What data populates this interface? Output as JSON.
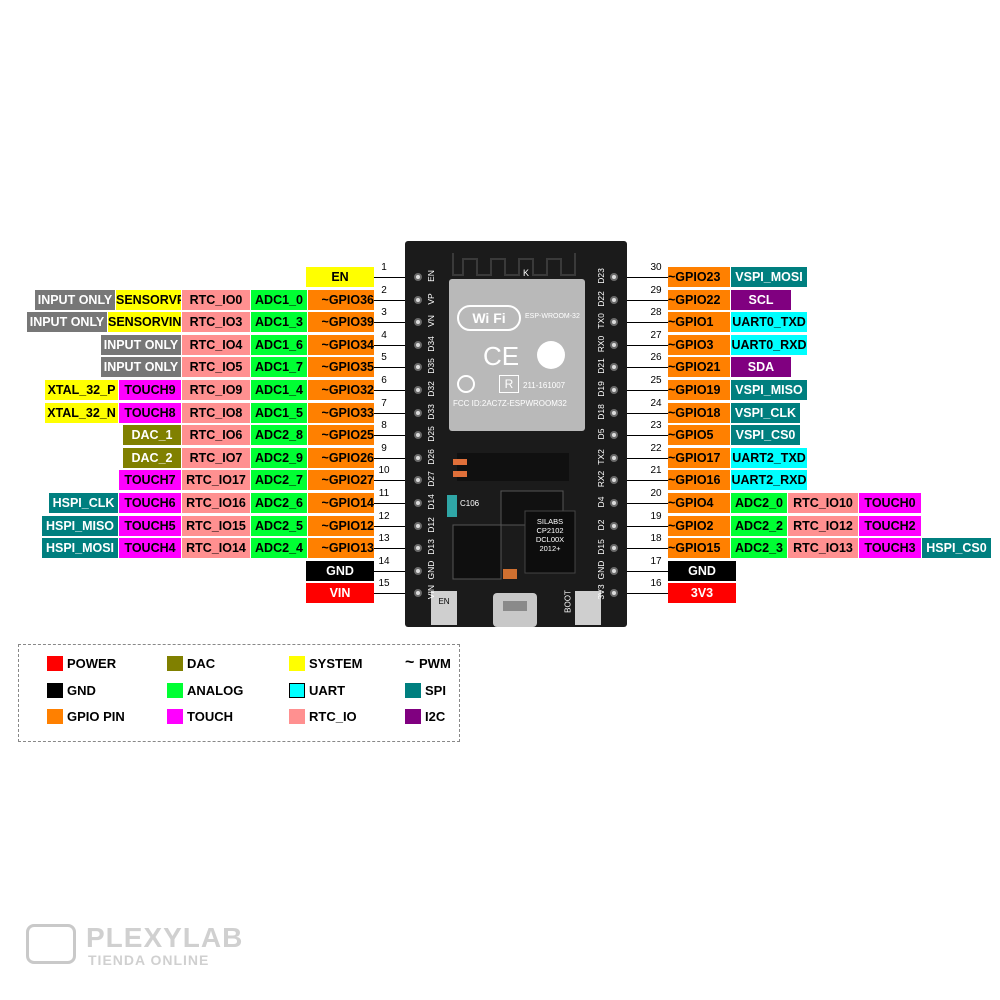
{
  "colors": {
    "power": "#ff0000",
    "gnd": "#000000",
    "gpio": "#ff8000",
    "dac": "#808000",
    "analog": "#00ff33",
    "touch": "#ff00ff",
    "system": "#ffff00",
    "uart": "#00ffff",
    "rtc": "#ff9090",
    "spi": "#007f7f",
    "i2c": "#800080",
    "input": "#777777"
  },
  "left_pins": [
    {
      "num": "1",
      "silk": "EN",
      "labels": [
        {
          "t": "EN",
          "c": "system"
        }
      ]
    },
    {
      "num": "2",
      "silk": "VP",
      "labels": [
        {
          "t": "~GPIO36",
          "c": "gpio"
        },
        {
          "t": "ADC1_0",
          "c": "analog"
        },
        {
          "t": "RTC_IO0",
          "c": "rtc"
        },
        {
          "t": "SENSORVP",
          "c": "system"
        },
        {
          "t": "INPUT ONLY",
          "c": "input"
        }
      ]
    },
    {
      "num": "3",
      "silk": "VN",
      "labels": [
        {
          "t": "~GPIO39",
          "c": "gpio"
        },
        {
          "t": "ADC1_3",
          "c": "analog"
        },
        {
          "t": "RTC_IO3",
          "c": "rtc"
        },
        {
          "t": "SENSORVIN",
          "c": "system"
        },
        {
          "t": "INPUT ONLY",
          "c": "input"
        }
      ]
    },
    {
      "num": "4",
      "silk": "D34",
      "labels": [
        {
          "t": "~GPIO34",
          "c": "gpio"
        },
        {
          "t": "ADC1_6",
          "c": "analog"
        },
        {
          "t": "RTC_IO4",
          "c": "rtc"
        },
        {
          "t": "INPUT ONLY",
          "c": "input"
        }
      ]
    },
    {
      "num": "5",
      "silk": "D35",
      "labels": [
        {
          "t": "~GPIO35",
          "c": "gpio"
        },
        {
          "t": "ADC1_7",
          "c": "analog"
        },
        {
          "t": "RTC_IO5",
          "c": "rtc"
        },
        {
          "t": "INPUT ONLY",
          "c": "input"
        }
      ]
    },
    {
      "num": "6",
      "silk": "D32",
      "labels": [
        {
          "t": "~GPIO32",
          "c": "gpio"
        },
        {
          "t": "ADC1_4",
          "c": "analog"
        },
        {
          "t": "RTC_IO9",
          "c": "rtc"
        },
        {
          "t": "TOUCH9",
          "c": "touch"
        },
        {
          "t": "XTAL_32_P",
          "c": "system"
        }
      ]
    },
    {
      "num": "7",
      "silk": "D33",
      "labels": [
        {
          "t": "~GPIO33",
          "c": "gpio"
        },
        {
          "t": "ADC1_5",
          "c": "analog"
        },
        {
          "t": "RTC_IO8",
          "c": "rtc"
        },
        {
          "t": "TOUCH8",
          "c": "touch"
        },
        {
          "t": "XTAL_32_N",
          "c": "system"
        }
      ]
    },
    {
      "num": "8",
      "silk": "D25",
      "labels": [
        {
          "t": "~GPIO25",
          "c": "gpio"
        },
        {
          "t": "ADC2_8",
          "c": "analog"
        },
        {
          "t": "RTC_IO6",
          "c": "rtc"
        },
        {
          "t": "DAC_1",
          "c": "dac"
        }
      ]
    },
    {
      "num": "9",
      "silk": "D26",
      "labels": [
        {
          "t": "~GPIO26",
          "c": "gpio"
        },
        {
          "t": "ADC2_9",
          "c": "analog"
        },
        {
          "t": "RTC_IO7",
          "c": "rtc"
        },
        {
          "t": "DAC_2",
          "c": "dac"
        }
      ]
    },
    {
      "num": "10",
      "silk": "D27",
      "labels": [
        {
          "t": "~GPIO27",
          "c": "gpio"
        },
        {
          "t": "ADC2_7",
          "c": "analog"
        },
        {
          "t": "RTC_IO17",
          "c": "rtc"
        },
        {
          "t": "TOUCH7",
          "c": "touch"
        }
      ]
    },
    {
      "num": "11",
      "silk": "D14",
      "labels": [
        {
          "t": "~GPIO14",
          "c": "gpio"
        },
        {
          "t": "ADC2_6",
          "c": "analog"
        },
        {
          "t": "RTC_IO16",
          "c": "rtc"
        },
        {
          "t": "TOUCH6",
          "c": "touch"
        },
        {
          "t": "HSPI_CLK",
          "c": "spi"
        }
      ]
    },
    {
      "num": "12",
      "silk": "D12",
      "labels": [
        {
          "t": "~GPIO12",
          "c": "gpio"
        },
        {
          "t": "ADC2_5",
          "c": "analog"
        },
        {
          "t": "RTC_IO15",
          "c": "rtc"
        },
        {
          "t": "TOUCH5",
          "c": "touch"
        },
        {
          "t": "HSPI_MISO",
          "c": "spi"
        }
      ]
    },
    {
      "num": "13",
      "silk": "D13",
      "labels": [
        {
          "t": "~GPIO13",
          "c": "gpio"
        },
        {
          "t": "ADC2_4",
          "c": "analog"
        },
        {
          "t": "RTC_IO14",
          "c": "rtc"
        },
        {
          "t": "TOUCH4",
          "c": "touch"
        },
        {
          "t": "HSPI_MOSI",
          "c": "spi"
        }
      ]
    },
    {
      "num": "14",
      "silk": "GND",
      "labels": [
        {
          "t": "GND",
          "c": "gnd"
        }
      ]
    },
    {
      "num": "15",
      "silk": "VIN",
      "labels": [
        {
          "t": "VIN",
          "c": "power"
        }
      ]
    }
  ],
  "right_pins": [
    {
      "num": "30",
      "silk": "D23",
      "labels": [
        {
          "t": "~GPIO23",
          "c": "gpio"
        },
        {
          "t": "VSPI_MOSI",
          "c": "spi"
        }
      ]
    },
    {
      "num": "29",
      "silk": "D22",
      "labels": [
        {
          "t": "~GPIO22",
          "c": "gpio"
        },
        {
          "t": "SCL",
          "c": "i2c"
        }
      ]
    },
    {
      "num": "28",
      "silk": "TX0",
      "labels": [
        {
          "t": "~GPIO1",
          "c": "gpio"
        },
        {
          "t": "UART0_TXD",
          "c": "uart"
        }
      ]
    },
    {
      "num": "27",
      "silk": "RX0",
      "labels": [
        {
          "t": "~GPIO3",
          "c": "gpio"
        },
        {
          "t": "UART0_RXD",
          "c": "uart"
        }
      ]
    },
    {
      "num": "26",
      "silk": "D21",
      "labels": [
        {
          "t": "~GPIO21",
          "c": "gpio"
        },
        {
          "t": "SDA",
          "c": "i2c"
        }
      ]
    },
    {
      "num": "25",
      "silk": "D19",
      "labels": [
        {
          "t": "~GPIO19",
          "c": "gpio"
        },
        {
          "t": "VSPI_MISO",
          "c": "spi"
        }
      ]
    },
    {
      "num": "24",
      "silk": "D18",
      "labels": [
        {
          "t": "~GPIO18",
          "c": "gpio"
        },
        {
          "t": "VSPI_CLK",
          "c": "spi"
        }
      ]
    },
    {
      "num": "23",
      "silk": "D5",
      "labels": [
        {
          "t": "~GPIO5",
          "c": "gpio"
        },
        {
          "t": "VSPI_CS0",
          "c": "spi"
        }
      ]
    },
    {
      "num": "22",
      "silk": "TX2",
      "labels": [
        {
          "t": "~GPIO17",
          "c": "gpio"
        },
        {
          "t": "UART2_TXD",
          "c": "uart"
        }
      ]
    },
    {
      "num": "21",
      "silk": "RX2",
      "labels": [
        {
          "t": "~GPIO16",
          "c": "gpio"
        },
        {
          "t": "UART2_RXD",
          "c": "uart"
        }
      ]
    },
    {
      "num": "20",
      "silk": "D4",
      "labels": [
        {
          "t": "~GPIO4",
          "c": "gpio"
        },
        {
          "t": "ADC2_0",
          "c": "analog"
        },
        {
          "t": "RTC_IO10",
          "c": "rtc"
        },
        {
          "t": "TOUCH0",
          "c": "touch"
        }
      ]
    },
    {
      "num": "19",
      "silk": "D2",
      "labels": [
        {
          "t": "~GPIO2",
          "c": "gpio"
        },
        {
          "t": "ADC2_2",
          "c": "analog"
        },
        {
          "t": "RTC_IO12",
          "c": "rtc"
        },
        {
          "t": "TOUCH2",
          "c": "touch"
        }
      ]
    },
    {
      "num": "18",
      "silk": "D15",
      "labels": [
        {
          "t": "~GPIO15",
          "c": "gpio"
        },
        {
          "t": "ADC2_3",
          "c": "analog"
        },
        {
          "t": "RTC_IO13",
          "c": "rtc"
        },
        {
          "t": "TOUCH3",
          "c": "touch"
        },
        {
          "t": "HSPI_CS0",
          "c": "spi"
        }
      ]
    },
    {
      "num": "17",
      "silk": "GND",
      "labels": [
        {
          "t": "GND",
          "c": "gnd"
        }
      ]
    },
    {
      "num": "16",
      "silk": "3V3",
      "labels": [
        {
          "t": "3V3",
          "c": "power"
        }
      ]
    }
  ],
  "board": {
    "chip_lines": [
      "ESP-WROOM-32",
      "211-161007",
      "FCC ID:2AC7Z-ESPWROOM32"
    ],
    "wifi_text": "Wi Fi",
    "ce_text": "CE",
    "r_text": "R",
    "antenna_k": "K",
    "cap_label": "C106",
    "usb_chip": [
      "SILABS",
      "CP2102",
      "DCL00X",
      "2012+"
    ],
    "en_button": "EN",
    "boot_button": "BOOT"
  },
  "legend": [
    {
      "label": "POWER",
      "c": "power"
    },
    {
      "label": "GND",
      "c": "gnd"
    },
    {
      "label": "GPIO PIN",
      "c": "gpio"
    },
    {
      "label": "DAC",
      "c": "dac"
    },
    {
      "label": "ANALOG",
      "c": "analog"
    },
    {
      "label": "TOUCH",
      "c": "touch"
    },
    {
      "label": "SYSTEM",
      "c": "system"
    },
    {
      "label": "UART",
      "c": "uart"
    },
    {
      "label": "RTC_IO",
      "c": "rtc"
    },
    {
      "label": "PWM",
      "symbol": "~"
    },
    {
      "label": "SPI",
      "c": "spi"
    },
    {
      "label": "I2C",
      "c": "i2c"
    }
  ],
  "watermark": {
    "brand": "PLEXYLAB",
    "tagline": "TIENDA ONLINE"
  }
}
